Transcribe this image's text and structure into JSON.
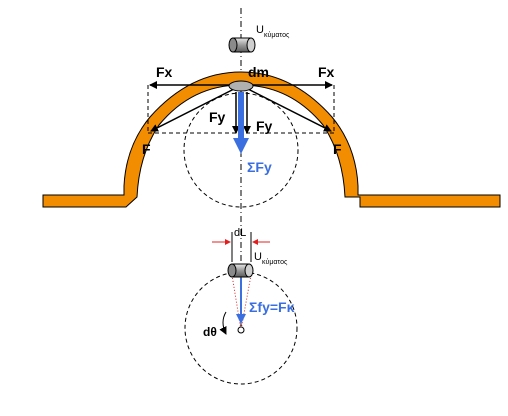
{
  "labels": {
    "velocity": "U",
    "velocity_sub": "κύματος",
    "dm": "dm",
    "fx_left": "Fx",
    "fx_right": "Fx",
    "fy_left": "Fy",
    "fy_right": "Fy",
    "f_left": "F",
    "f_right": "F",
    "sum_fy": "ΣFy",
    "dl": "dL",
    "velocity2": "U",
    "velocity2_sub": "κύματος",
    "sum_fy_fk": "Σfy=Fκ",
    "dtheta": "dθ"
  },
  "colors": {
    "wave": "#f28c00",
    "wave_outline": "#000000",
    "sum_force": "#3b6fe0",
    "dim_marker": "#e02020",
    "guide": "#000000"
  }
}
